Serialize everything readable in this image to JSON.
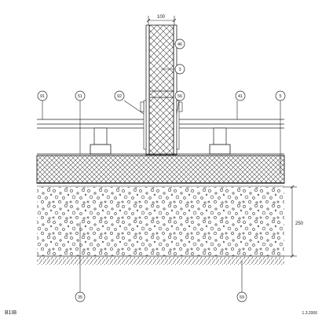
{
  "sheet": {
    "code": "B1IB",
    "date": "1.3.2006"
  },
  "dimensions": {
    "wall_width": "100",
    "gravel_depth": "250"
  },
  "callouts": {
    "c46": "46",
    "c3": "3",
    "c91": "91",
    "c51": "51",
    "c92": "92",
    "c56": "56",
    "c41": "41",
    "c5": "5",
    "c35": "35",
    "c59": "59"
  },
  "colors": {
    "line": "#222222",
    "paper": "#ffffff",
    "hatch": "#555555"
  }
}
